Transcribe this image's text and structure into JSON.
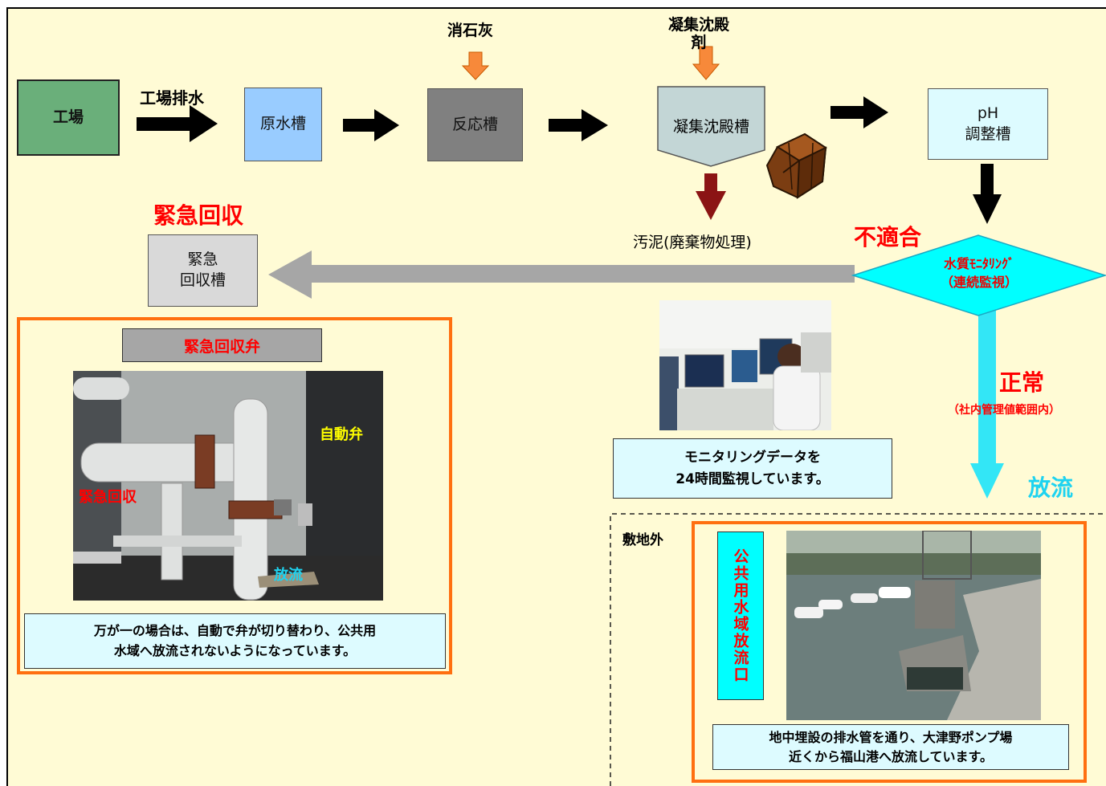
{
  "flow": {
    "factory": "工場",
    "wastewater_label": "工場排水",
    "raw_tank": "原水槽",
    "reaction_tank": "反応槽",
    "slaked_lime": "消石灰",
    "coagulant_line1": "凝集沈殿",
    "coagulant_line2": "剤",
    "coag_tank": "凝集沈殿槽",
    "ph_tank": "pH\n調整槽",
    "sludge": "汚泥(廃棄物処理)",
    "nonconform": "不適合",
    "monitor_line1": "水質ﾓﾆﾀﾘﾝｸﾞ",
    "monitor_line2": "（連続監視）",
    "emergency_label": "緊急回収",
    "emergency_tank": "緊急\n回収槽",
    "normal": "正常",
    "normal_sub": "（社内管理値範囲内）",
    "discharge": "放流"
  },
  "valve_section": {
    "title": "緊急回収弁",
    "auto_valve": "自動弁",
    "emergency_recovery": "緊急回収",
    "discharge": "放流",
    "caption": "万が一の場合は、自動で弁が切り替わり、公共用\n水域へ放流されないようになっています。"
  },
  "monitoring": {
    "caption": "モニタリングデータを\n24時間監視しています。"
  },
  "outside": {
    "label": "敷地外",
    "outlet_label": "公共用水域放流口",
    "caption": "地中埋設の排水管を通り、大津野ポンプ場\n近くから福山港へ放流しています。"
  },
  "colors": {
    "background": "#fffbd5",
    "factory": "#6aaf7a",
    "raw_tank": "#99ccff",
    "reaction_tank": "#808080",
    "coag_tank": "#c3d6d6",
    "ph_tank": "#ddfbff",
    "emergency_tank": "#d9d9d9",
    "alert_red": "#ff0000",
    "cyan": "#00ffff",
    "orange_border": "#ff6f10"
  }
}
